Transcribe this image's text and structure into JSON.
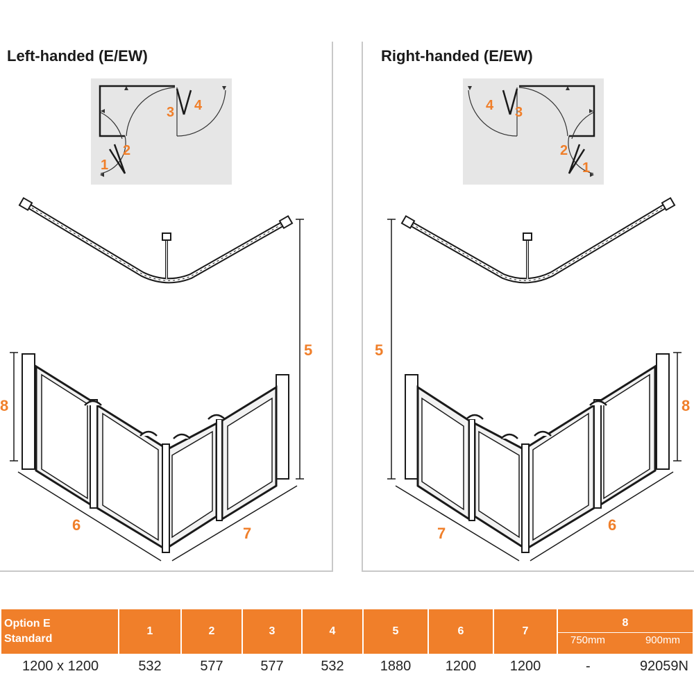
{
  "left_panel": {
    "title": "Left-handed (E/EW)",
    "plan_labels": [
      "1",
      "2",
      "3",
      "4"
    ],
    "dim_labels": {
      "height_total": "5",
      "panel_height": "8",
      "side_a": "6",
      "side_b": "7"
    }
  },
  "right_panel": {
    "title": "Right-handed (E/EW)",
    "plan_labels": [
      "1",
      "2",
      "3",
      "4"
    ],
    "dim_labels": {
      "height_total": "5",
      "panel_height": "8",
      "side_a": "6",
      "side_b": "7"
    }
  },
  "colors": {
    "accent": "#f07f2a",
    "plan_bg": "#e6e6e6",
    "line": "#1a1a1a"
  },
  "table": {
    "header_option_line1": "Option E",
    "header_option_line2": "Standard",
    "columns": [
      "1",
      "2",
      "3",
      "4",
      "5",
      "6",
      "7"
    ],
    "col8_label": "8",
    "col8_sub": [
      "750mm",
      "900mm"
    ],
    "row": {
      "size": "1200 x 1200",
      "values": [
        "532",
        "577",
        "577",
        "532",
        "1880",
        "1200",
        "1200"
      ],
      "col8_750": "-",
      "col8_900": "92059N"
    }
  }
}
